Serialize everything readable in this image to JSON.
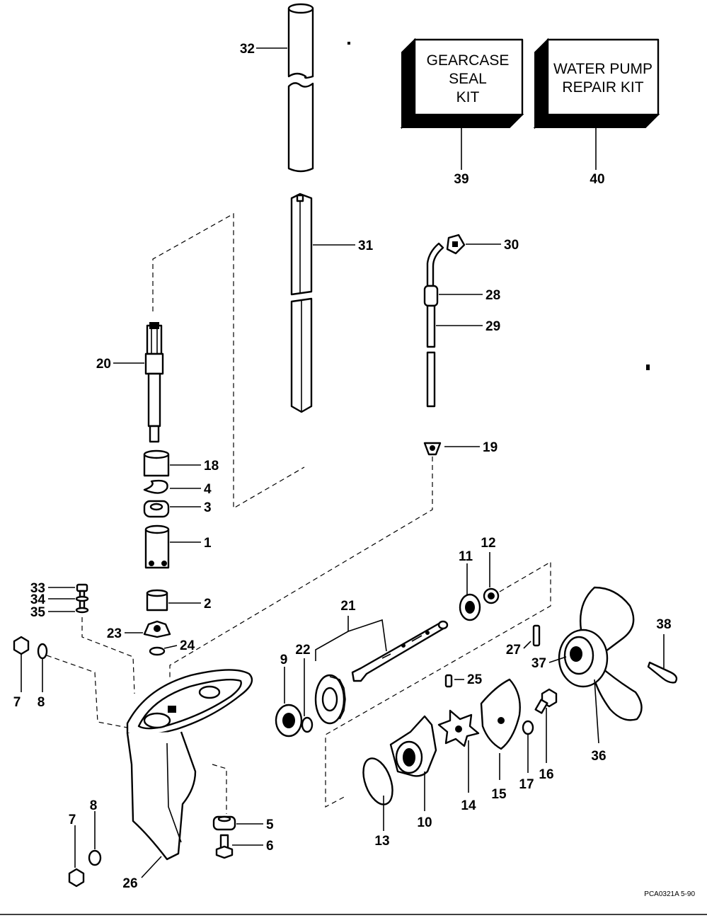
{
  "kits": [
    {
      "number": "39",
      "lines": [
        "GEARCASE",
        "SEAL",
        "KIT"
      ]
    },
    {
      "number": "40",
      "lines": [
        "WATER PUMP",
        "REPAIR KIT"
      ]
    }
  ],
  "callouts": {
    "c1": "1",
    "c2": "2",
    "c3": "3",
    "c4": "4",
    "c5": "5",
    "c6": "6",
    "c7a": "7",
    "c7b": "7",
    "c8a": "8",
    "c8b": "8",
    "c9": "9",
    "c10": "10",
    "c11": "11",
    "c12": "12",
    "c13": "13",
    "c14": "14",
    "c15": "15",
    "c16": "16",
    "c17": "17",
    "c18": "18",
    "c19": "19",
    "c20": "20",
    "c21": "21",
    "c22": "22",
    "c23": "23",
    "c24": "24",
    "c25": "25",
    "c26": "26",
    "c27": "27",
    "c28": "28",
    "c29": "29",
    "c30": "30",
    "c31": "31",
    "c32": "32",
    "c33": "33",
    "c34": "34",
    "c35": "35",
    "c36": "36",
    "c37": "37",
    "c38": "38"
  },
  "drawing_code": "PCA0321A  5-90"
}
